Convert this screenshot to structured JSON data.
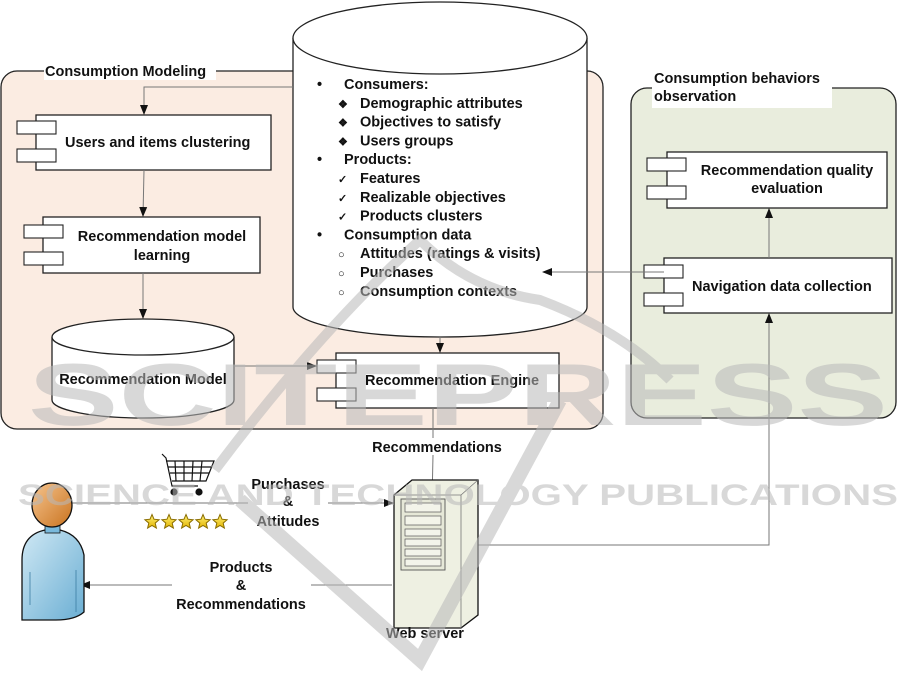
{
  "colors": {
    "modeling_panel_fill": "#fbece2",
    "observation_panel_fill": "#e9eddd",
    "component_fill": "#ffffff",
    "stroke": "#222222",
    "connector": "#777777",
    "server_fill": "#eef0e2",
    "watermark": "#b9b9b9"
  },
  "panels": {
    "modeling": {
      "title": "Consumption Modeling"
    },
    "observation": {
      "title_line1": "Consumption behaviors",
      "title_line2": "observation"
    }
  },
  "components": {
    "users_items_clustering": {
      "label": "Users and items clustering"
    },
    "model_learning": {
      "label_line1": "Recommendation model",
      "label_line2": "learning"
    },
    "recommendation_engine": {
      "label": "Recommendation Engine"
    },
    "quality_evaluation": {
      "label_line1": "Recommendation quality",
      "label_line2": "evaluation"
    },
    "navigation_collection": {
      "label": "Navigation data collection"
    }
  },
  "databases": {
    "recommendation_model": {
      "label": "Recommendation Model"
    },
    "main": {
      "sections": [
        {
          "bullet": "•",
          "title": "Consumers:",
          "item_marker": "❖",
          "items": [
            "Demographic attributes",
            "Objectives to satisfy",
            "Users groups"
          ]
        },
        {
          "bullet": "•",
          "title": "Products:",
          "item_marker": "✓",
          "items": [
            "Features",
            "Realizable objectives",
            "Products clusters"
          ]
        },
        {
          "bullet": "•",
          "title": "Consumption data",
          "item_marker": "○",
          "items": [
            "Attitudes (ratings & visits)",
            "Purchases",
            "Consumption contexts"
          ]
        }
      ]
    }
  },
  "flows": {
    "recommendations": "Recommendations",
    "purchases_attitudes": {
      "line1": "Purchases",
      "line2": "&",
      "line3": "Attitudes"
    },
    "products_recommendations": {
      "line1": "Products",
      "line2": "&",
      "line3": "Recommendations"
    }
  },
  "actors": {
    "web_server": {
      "label": "Web server"
    },
    "user": {
      "icon": "user-icon"
    },
    "cart": {
      "icon": "shopping-cart-icon"
    },
    "rating": {
      "icon": "star-rating-icon",
      "stars": 5,
      "max_stars": 5
    }
  },
  "watermark": {
    "big": "SCITEPRESS",
    "small": "SCIENCE AND TECHNOLOGY PUBLICATIONS"
  }
}
